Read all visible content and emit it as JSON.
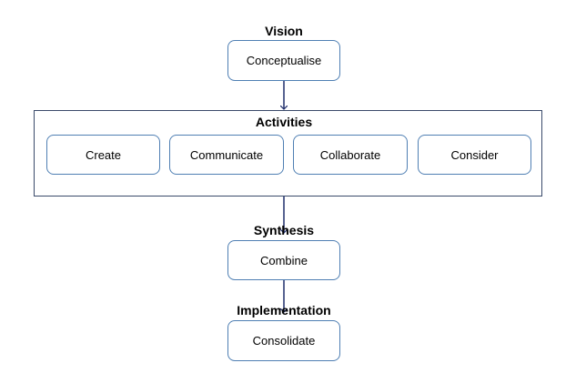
{
  "stages": {
    "vision": {
      "title": "Vision",
      "box": "Conceptualise"
    },
    "activities": {
      "title": "Activities",
      "items": [
        "Create",
        "Communicate",
        "Collaborate",
        "Consider"
      ]
    },
    "synthesis": {
      "title": "Synthesis",
      "box": "Combine"
    },
    "implementation": {
      "title": "Implementation",
      "box": "Consolidate"
    }
  },
  "colors": {
    "box_border": "#4f7fb3",
    "group_border": "#3a4a6a",
    "arrow": "#1f2d6b"
  }
}
